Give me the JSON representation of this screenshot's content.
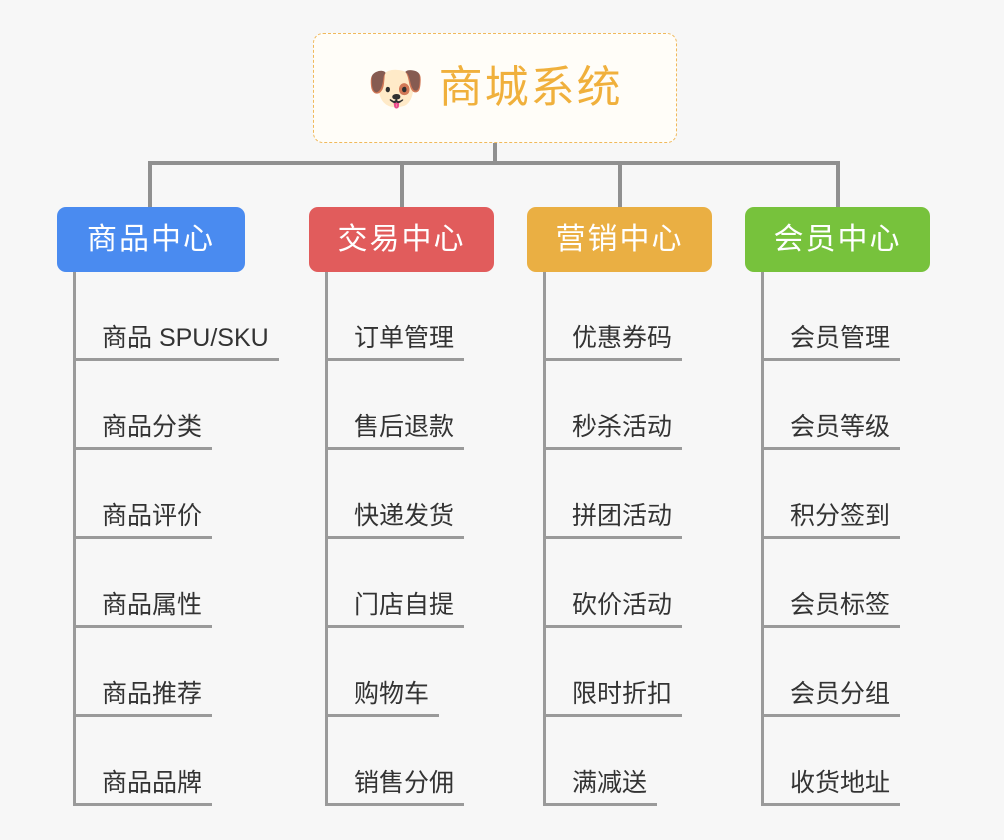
{
  "page": {
    "background_color": "#f7f7f7",
    "line_color": "#909090"
  },
  "root": {
    "icon": "shiba-dog-face-emoji",
    "icon_glyph": "🐶",
    "title": "商城系统",
    "text_color": "#f0b03c",
    "border_color": "#f0b95c",
    "background_color": "#fffdf8"
  },
  "columns": [
    {
      "id": "product-center",
      "label": "商品中心",
      "color": "#4a8bf0",
      "items": [
        {
          "label": "商品 SPU/SKU"
        },
        {
          "label": "商品分类"
        },
        {
          "label": "商品评价"
        },
        {
          "label": "商品属性"
        },
        {
          "label": "商品推荐"
        },
        {
          "label": "商品品牌"
        }
      ]
    },
    {
      "id": "trade-center",
      "label": "交易中心",
      "color": "#e15c5c",
      "items": [
        {
          "label": "订单管理"
        },
        {
          "label": "售后退款"
        },
        {
          "label": "快递发货"
        },
        {
          "label": "门店自提"
        },
        {
          "label": "购物车"
        },
        {
          "label": "销售分佣"
        }
      ]
    },
    {
      "id": "marketing-center",
      "label": "营销中心",
      "color": "#eaaf43",
      "items": [
        {
          "label": "优惠券码"
        },
        {
          "label": "秒杀活动"
        },
        {
          "label": "拼团活动"
        },
        {
          "label": "砍价活动"
        },
        {
          "label": "限时折扣"
        },
        {
          "label": "满减送"
        }
      ]
    },
    {
      "id": "member-center",
      "label": "会员中心",
      "color": "#77c23c",
      "items": [
        {
          "label": "会员管理"
        },
        {
          "label": "会员等级"
        },
        {
          "label": "积分签到"
        },
        {
          "label": "会员标签"
        },
        {
          "label": "会员分组"
        },
        {
          "label": "收货地址"
        }
      ]
    }
  ]
}
